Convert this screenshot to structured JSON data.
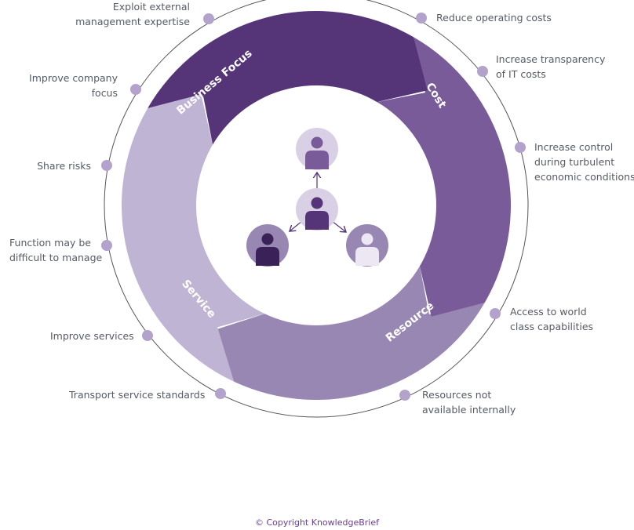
{
  "segments": [
    {
      "label": "Business Focus",
      "color": "#c0b4d4"
    },
    {
      "label": "Cost",
      "color": "#553578"
    },
    {
      "label": "Resource",
      "color": "#7a5b9a"
    },
    {
      "label": "Service",
      "color": "#9987b3"
    }
  ],
  "callouts": [
    {
      "lines": [
        "Exploit external",
        "management expertise"
      ],
      "side": "left"
    },
    {
      "lines": [
        "Improve company",
        "focus"
      ],
      "side": "left"
    },
    {
      "lines": [
        "Share risks"
      ],
      "side": "left"
    },
    {
      "lines": [
        "Function may be",
        "difficult to manage"
      ],
      "side": "left"
    },
    {
      "lines": [
        "Improve services"
      ],
      "side": "left"
    },
    {
      "lines": [
        "Transport service standards"
      ],
      "side": "left"
    },
    {
      "lines": [
        "Reduce operating costs"
      ],
      "side": "right"
    },
    {
      "lines": [
        "Increase transparency",
        "of IT costs"
      ],
      "side": "right"
    },
    {
      "lines": [
        "Increase control",
        "during turbulent",
        "economic conditions"
      ],
      "side": "right"
    },
    {
      "lines": [
        "Access to world",
        "class capabilities"
      ],
      "side": "right"
    },
    {
      "lines": [
        "Resources not",
        "available internally"
      ],
      "side": "right"
    }
  ],
  "colors": {
    "dot": "#b3a3cc",
    "outer_ring": "#555555",
    "arrow": "#553578"
  },
  "people_icons": [
    {
      "name": "top-person-icon",
      "circle": "#d9d0e6",
      "figure": "#7a5b9a"
    },
    {
      "name": "center-person-icon",
      "circle": "#d9d0e6",
      "figure": "#553578"
    },
    {
      "name": "left-person-icon",
      "circle": "#9987b3",
      "figure": "#3a2258"
    },
    {
      "name": "right-person-icon",
      "circle": "#9987b3",
      "figure": "#ece7f3"
    }
  ],
  "copyright": "© Copyright KnowledgeBrief"
}
